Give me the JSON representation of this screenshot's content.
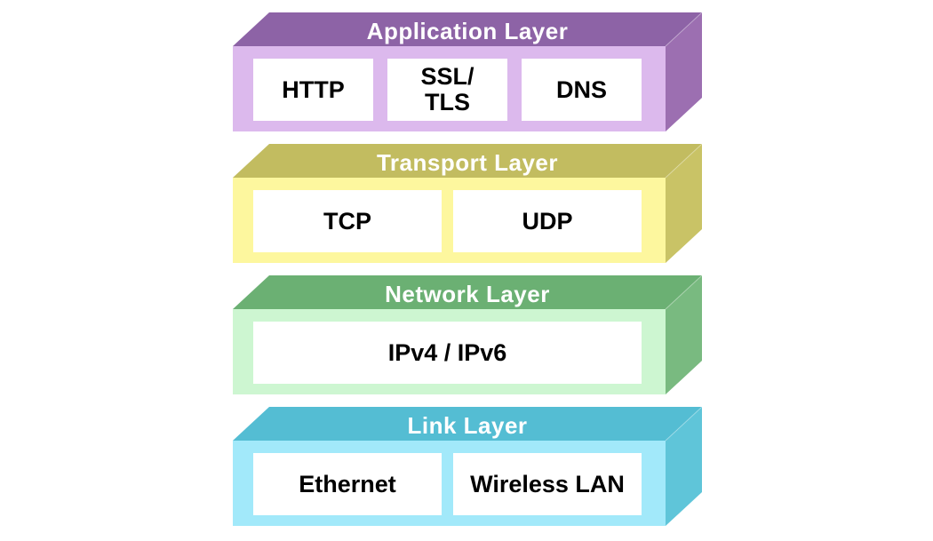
{
  "canvas": {
    "background": "#ffffff"
  },
  "layers": [
    {
      "title": "Application Layer",
      "colors": {
        "top": "#8d63a6",
        "side": "#9c6fb1",
        "front": "#dcb9ed",
        "title_text": "#ffffff",
        "box_bg": "#ffffff",
        "box_text": "#000000"
      },
      "boxes": [
        {
          "label": "HTTP"
        },
        {
          "label": "SSL/\nTLS"
        },
        {
          "label": "DNS"
        }
      ]
    },
    {
      "title": "Transport Layer",
      "colors": {
        "top": "#c2bc60",
        "side": "#c9c366",
        "front": "#fdf79e",
        "title_text": "#ffffff",
        "box_bg": "#ffffff",
        "box_text": "#000000"
      },
      "boxes": [
        {
          "label": "TCP"
        },
        {
          "label": "UDP"
        }
      ]
    },
    {
      "title": "Network Layer",
      "colors": {
        "top": "#6bb073",
        "side": "#79ba80",
        "front": "#cdf6d1",
        "title_text": "#ffffff",
        "box_bg": "#ffffff",
        "box_text": "#000000"
      },
      "boxes": [
        {
          "label": "IPv4 / IPv6"
        }
      ]
    },
    {
      "title": "Link Layer",
      "colors": {
        "top": "#54bdd3",
        "side": "#5fc5d9",
        "front": "#a2e9fa",
        "title_text": "#ffffff",
        "box_bg": "#ffffff",
        "box_text": "#000000"
      },
      "boxes": [
        {
          "label": "Ethernet"
        },
        {
          "label": "Wireless LAN"
        }
      ]
    }
  ]
}
